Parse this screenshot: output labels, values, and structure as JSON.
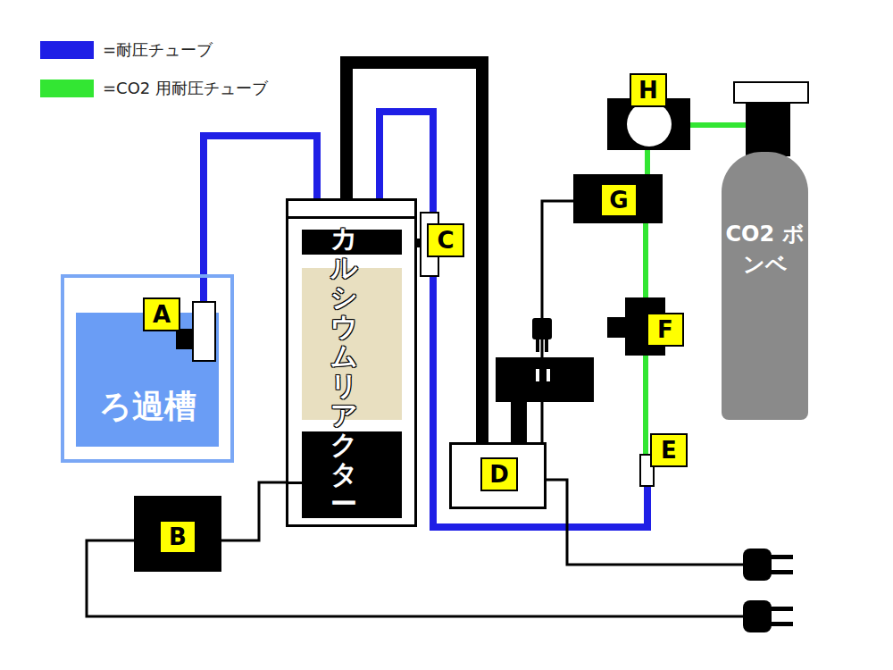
{
  "diagram": {
    "nodes": [
      {
        "text": [
          "ろ過槽"
        ]
      },
      {
        "text": [
          "A"
        ],
        "in": 0
      },
      {
        "text": [
          "カルシウムリアクター"
        ]
      },
      {
        "text": [
          "C"
        ]
      },
      {
        "text": [
          "B"
        ]
      },
      {
        "text": [
          "D"
        ]
      },
      {
        "text": [
          "H"
        ]
      },
      {
        "text": [
          "G"
        ]
      },
      {
        "text": [
          "F"
        ]
      },
      {
        "text": [
          "E"
        ]
      },
      {
        "text": [
          "CO2 ボンベ"
        ]
      }
    ],
    "edges": [
      {
        "from": 1,
        "to": 2,
        "arrow": "none"
      },
      {
        "from": 2,
        "to": 5,
        "arrow": "none"
      },
      {
        "from": 2,
        "to": 9,
        "arrow": "none"
      },
      {
        "from": 3,
        "to": 2,
        "arrow": "none"
      },
      {
        "from": 4,
        "to": 2,
        "arrow": "none"
      },
      {
        "from": 7,
        "to": 5,
        "arrow": "none"
      },
      {
        "from": 6,
        "to": 10,
        "arrow": "none"
      },
      {
        "from": 6,
        "to": 7,
        "arrow": "none"
      },
      {
        "from": 7,
        "to": 8,
        "arrow": "none"
      },
      {
        "from": 8,
        "to": 9,
        "arrow": "none"
      }
    ],
    "legend": [
      {
        "text": "=耐圧チューブ",
        "color": "#1f1fe6"
      },
      {
        "text": "=CO2 用耐圧チューブ",
        "color": "#33e633"
      }
    ]
  }
}
